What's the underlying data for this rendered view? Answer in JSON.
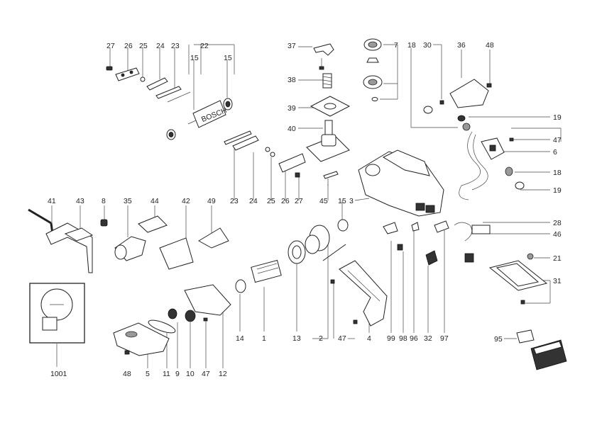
{
  "labels": {
    "l27a": "27",
    "l26a": "26",
    "l25a": "25",
    "l24a": "24",
    "l23a": "23",
    "l22": "22",
    "l15a": "15",
    "l15b": "15",
    "l37": "37",
    "l7": "7",
    "l38": "38",
    "l39": "39",
    "l40": "40",
    "l18a": "18",
    "l30": "30",
    "l36": "36",
    "l48a": "48",
    "l19a": "19",
    "l47a": "47",
    "l6": "6",
    "l18b": "18",
    "l19b": "19",
    "l23b": "23",
    "l24b": "24",
    "l25b": "25",
    "l26b": "26",
    "l27b": "27",
    "l45": "45",
    "l15c": "15",
    "l3": "3",
    "l41": "41",
    "l43": "43",
    "l8": "8",
    "l35": "35",
    "l44": "44",
    "l42": "42",
    "l49": "49",
    "l28": "28",
    "l46": "46",
    "l21": "21",
    "l31": "31",
    "l14": "14",
    "l1": "1",
    "l13": "13",
    "l2": "2",
    "l47b": "47",
    "l4": "4",
    "l99": "99",
    "l98": "98",
    "l96": "96",
    "l32": "32",
    "l97": "97",
    "l1001": "1001",
    "l48b": "48",
    "l5": "5",
    "l11": "11",
    "l9": "9",
    "l10": "10",
    "l47c": "47",
    "l12": "12",
    "l95": "95"
  }
}
